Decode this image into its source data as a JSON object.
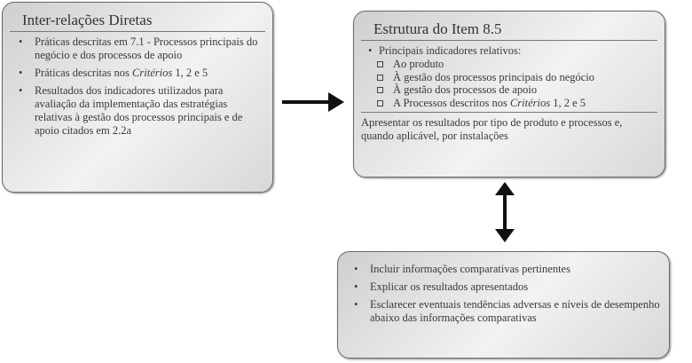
{
  "box1": {
    "title": "Inter-relações Diretas",
    "items": [
      {
        "text": "Práticas descritas em 7.1 - Processos principais do negócio e dos processos de apoio"
      },
      {
        "pre": "Práticas descritas nos ",
        "em": "Critérios",
        "post": " 1, 2 e 5"
      },
      {
        "text": "Resultados dos indicadores utilizados para avaliação da implementação das estratégias relativas à gestão dos processos principais e de apoio citados em 2.2a"
      }
    ]
  },
  "box2": {
    "title": "Estrutura do Item 8.5",
    "bullet": "Principais indicadores relativos:",
    "sub": [
      "Ao produto",
      "À gestão dos processos principais do negócio",
      "À gestão dos processos de apoio"
    ],
    "sub4": {
      "pre": "A Processos descritos nos ",
      "em": "Critérios",
      "post": " 1, 2 e 5"
    },
    "note": "Apresentar os resultados por tipo de produto e processos e, quando aplicável, por instalações"
  },
  "box3": {
    "items": [
      "Incluir informações comparativas pertinentes",
      "Explicar os resultados apresentados",
      "Esclarecer eventuais tendências adversas e níveis de desempenho abaixo das informações comparativas"
    ]
  }
}
